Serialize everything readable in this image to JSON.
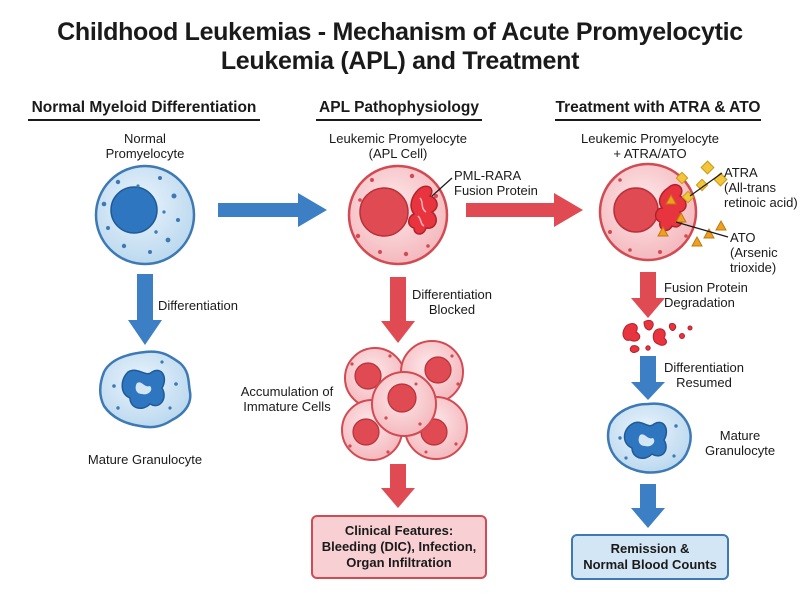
{
  "title": {
    "line1": "Childhood Leukemias - Mechanism of Acute Promyelocytic",
    "line2": "Leukemia (APL) and Treatment"
  },
  "columns": {
    "normal": {
      "heading": "Normal Myeloid Differentiation",
      "cell_label": [
        "Normal",
        "Promyelocyte"
      ],
      "arrow_label": "Differentiation",
      "result_label": "Mature Granulocyte"
    },
    "apl": {
      "heading": "APL Pathophysiology",
      "cell_label": [
        "Leukemic Promyelocyte",
        "(APL Cell)"
      ],
      "protein_label": [
        "PML-RARA",
        "Fusion Protein"
      ],
      "arrow_label": [
        "Differentiation",
        "Blocked"
      ],
      "cluster_label": [
        "Accumulation of",
        "Immature Cells"
      ],
      "outcome": [
        "Clinical Features:",
        "Bleeding (DIC), Infection,",
        "Organ Infiltration"
      ]
    },
    "treatment": {
      "heading": "Treatment with ATRA & ATO",
      "cell_label": [
        "Leukemic Promyelocyte",
        "+ ATRA/ATO"
      ],
      "atra_label": [
        "ATRA",
        "(All-trans",
        "retinoic acid)"
      ],
      "ato_label": [
        "ATO",
        "(Arsenic",
        "trioxide)"
      ],
      "degradation_label": [
        "Fusion Protein",
        "Degradation"
      ],
      "resumed_label": [
        "Differentiation",
        "Resumed"
      ],
      "mature_label": [
        "Mature",
        "Granulocyte"
      ],
      "outcome": [
        "Remission &",
        "Normal Blood Counts"
      ]
    }
  },
  "colors": {
    "normal_fill": "#d3e6f5",
    "normal_stroke": "#3d79b4",
    "apl_fill": "#f8cfd2",
    "apl_stroke": "#d24a52",
    "atra": "#f2c53d",
    "ato": "#f0a020"
  }
}
